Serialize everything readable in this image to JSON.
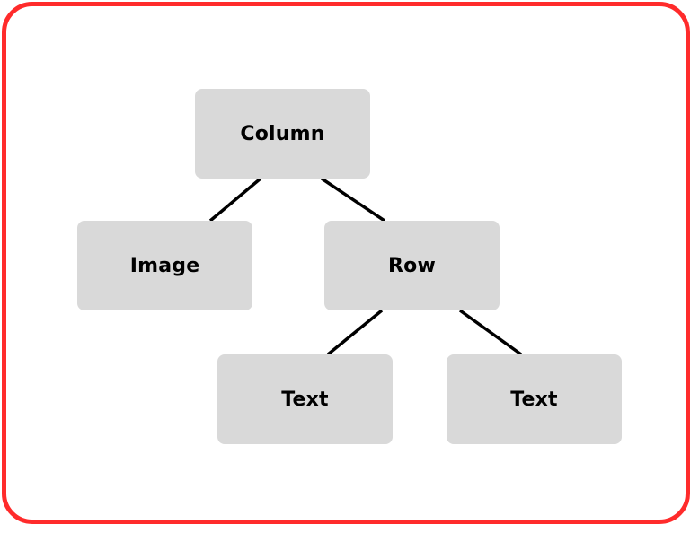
{
  "colors": {
    "frame_border": "#ff2b2b",
    "node_fill": "#d9d9d9",
    "edge": "#000000"
  },
  "tree": {
    "root": {
      "label": "Column"
    },
    "children": {
      "image": {
        "label": "Image"
      },
      "row": {
        "label": "Row"
      },
      "row_children": [
        {
          "label": "Text"
        },
        {
          "label": "Text"
        }
      ]
    }
  }
}
